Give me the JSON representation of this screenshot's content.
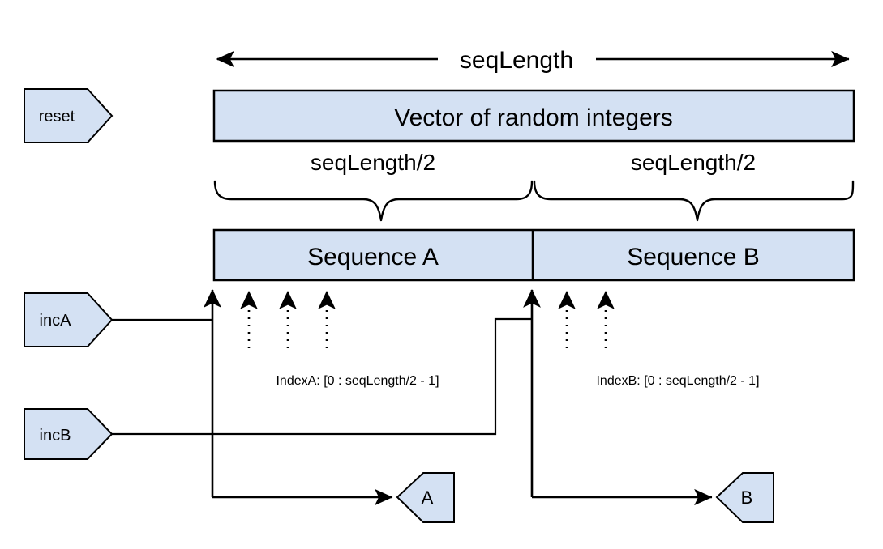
{
  "diagram": {
    "title_dimension": "seqLength",
    "vector_bar": {
      "label": "Vector of random integers"
    },
    "half_labels": {
      "left": "seqLength/2",
      "right": "seqLength/2"
    },
    "sequence_bars": [
      {
        "label": "Sequence A"
      },
      {
        "label": "Sequence B"
      }
    ],
    "index_labels": {
      "a": "IndexA: [0 : seqLength/2 - 1]",
      "b": "IndexB: [0 : seqLength/2 - 1]"
    },
    "input_ports": [
      {
        "label": "reset"
      },
      {
        "label": "incA"
      },
      {
        "label": "incB"
      }
    ],
    "output_ports": [
      {
        "label": "A"
      },
      {
        "label": "B"
      }
    ],
    "colors": {
      "shape_fill": "#d4e1f3",
      "stroke": "#000000",
      "background": "#ffffff"
    }
  }
}
